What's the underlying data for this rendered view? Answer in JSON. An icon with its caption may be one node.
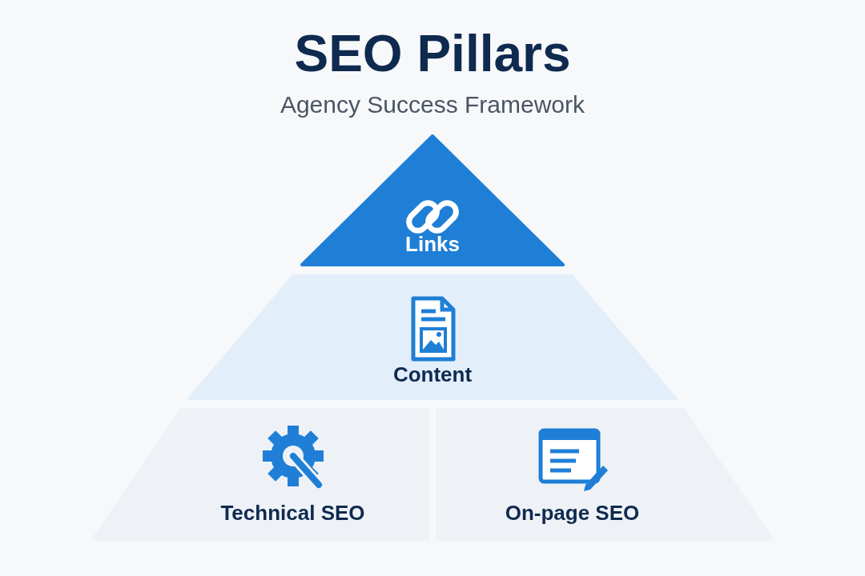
{
  "diagram": {
    "title": "SEO Pillars",
    "nodes": [
      {
        "text": [
          "Links"
        ]
      },
      {
        "text": [
          "Content"
        ]
      },
      {
        "text": [
          "Technical SEO"
        ]
      },
      {
        "text": [
          "On-page SEO"
        ]
      }
    ],
    "labels": [
      "Agency Success Framework"
    ]
  }
}
